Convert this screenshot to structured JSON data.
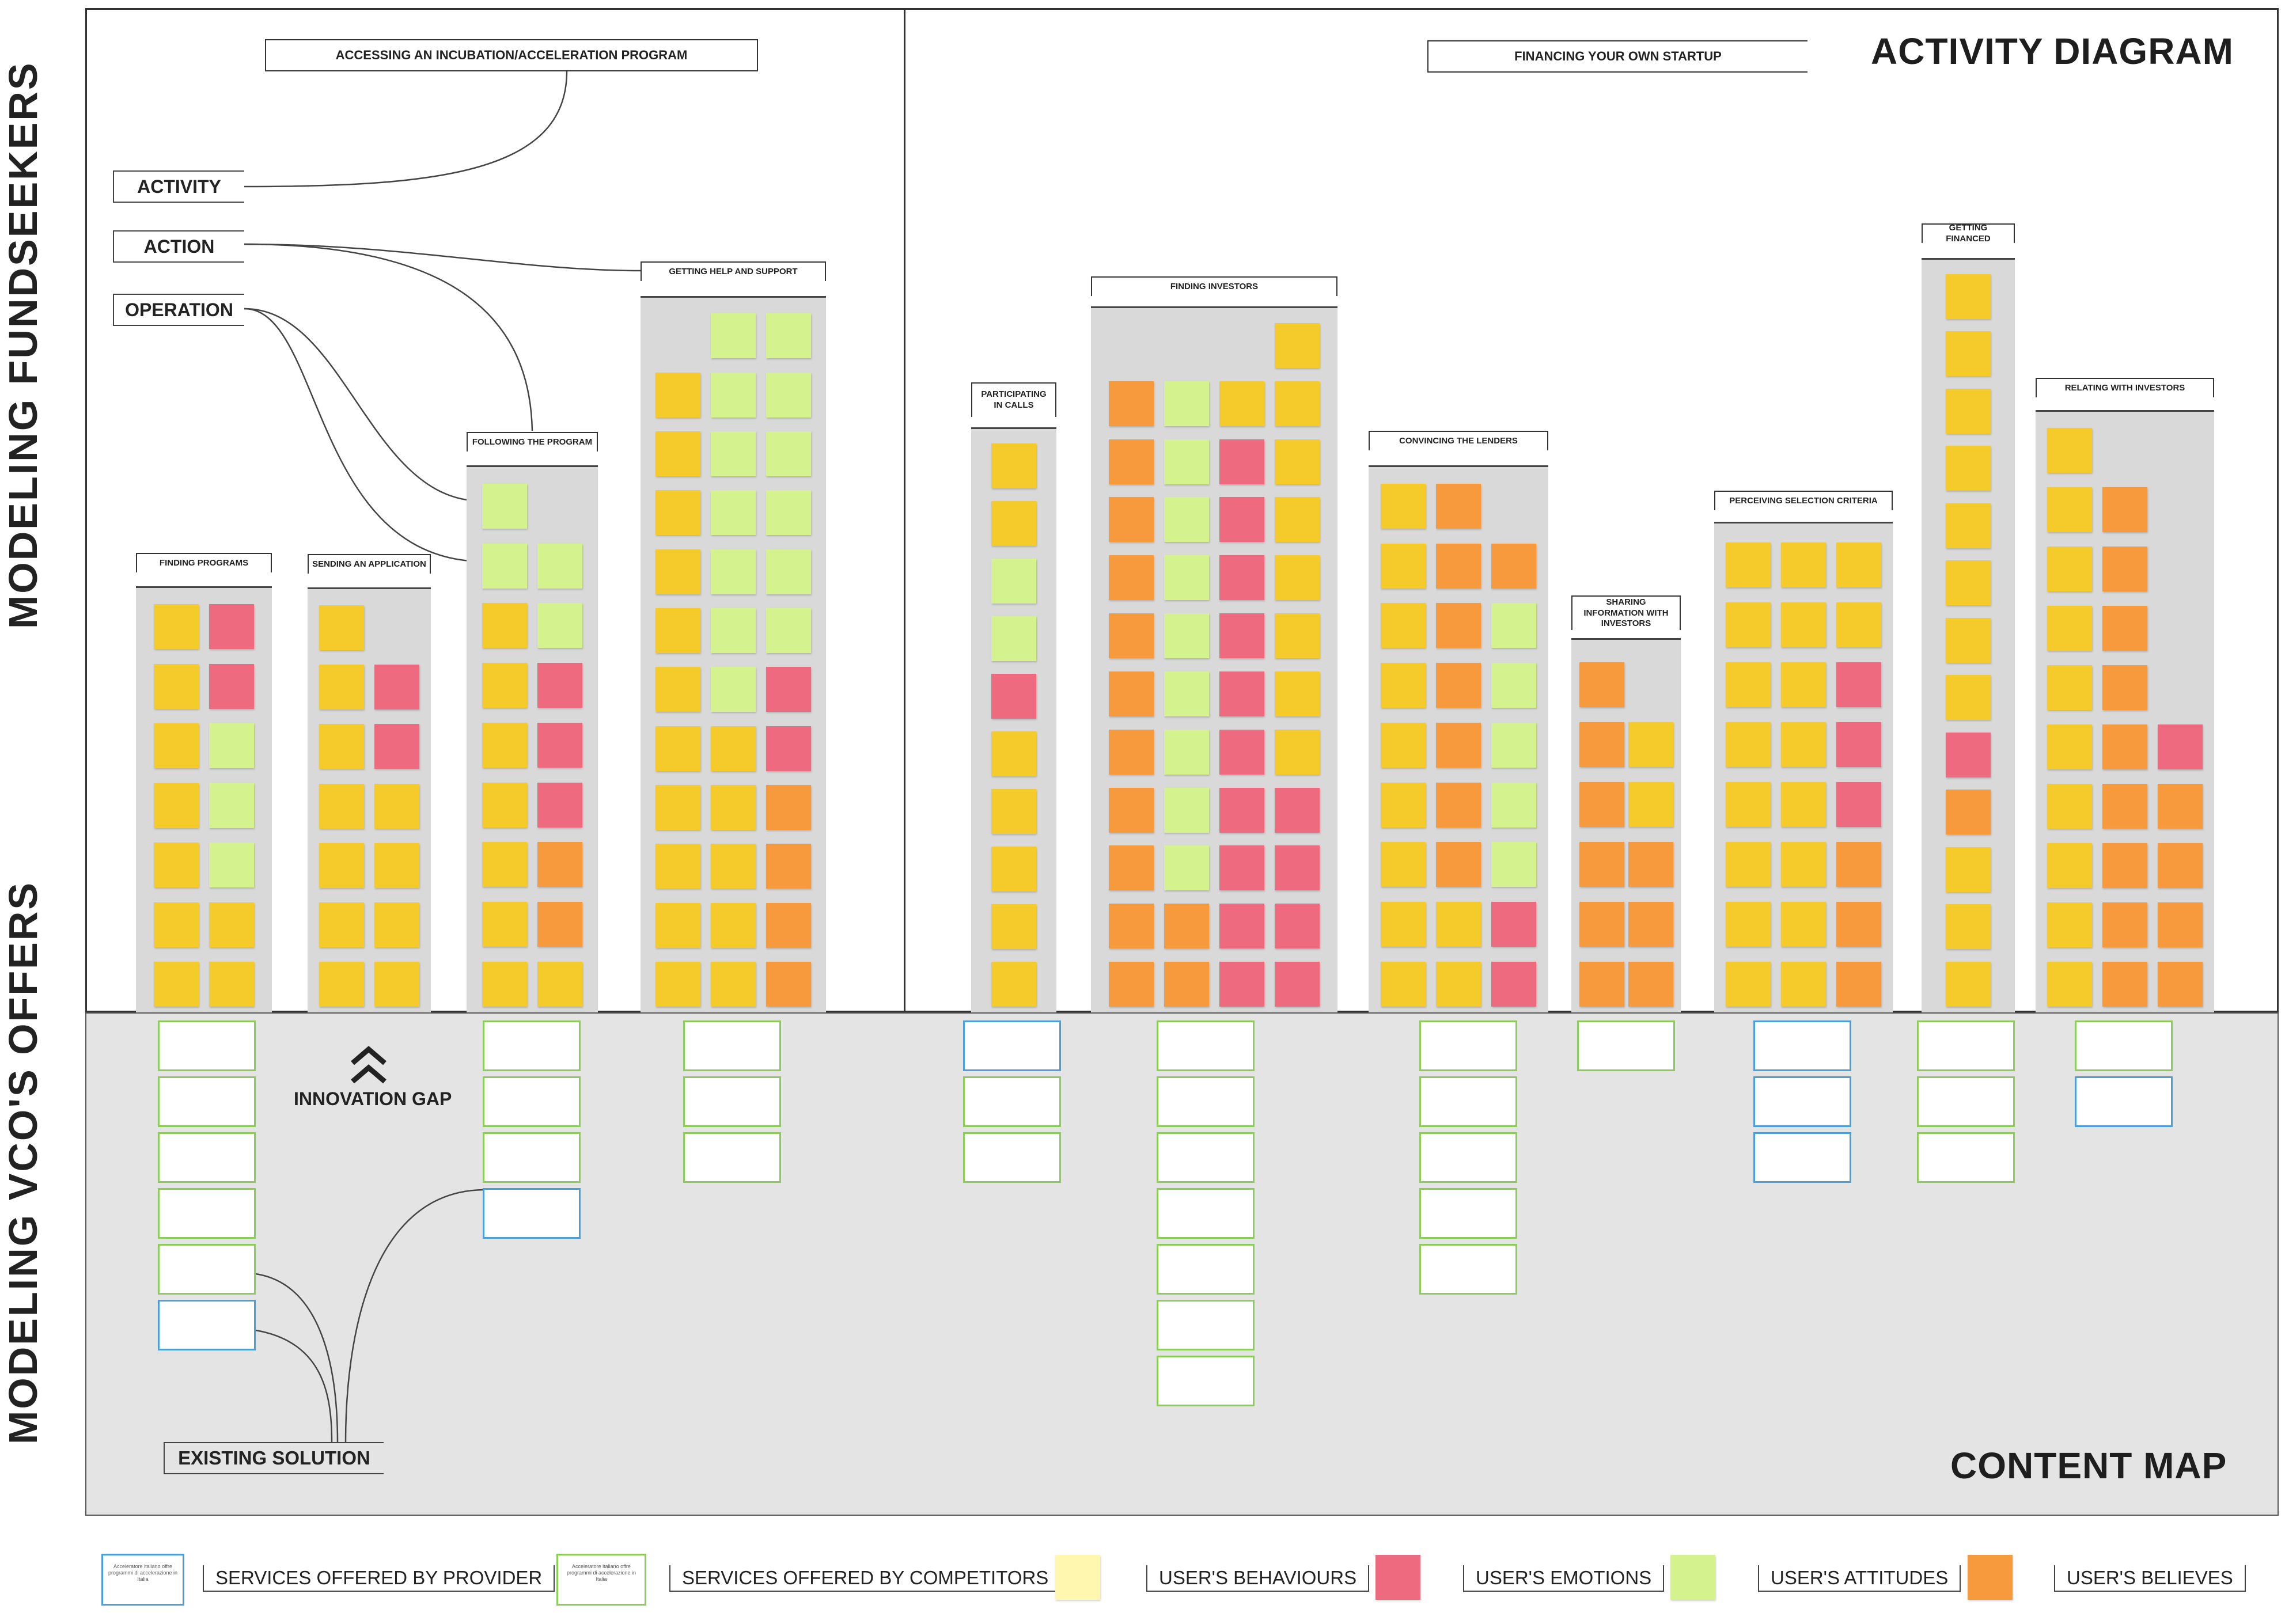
{
  "side_labels": {
    "top": "MODELING FUNDSEEKERS",
    "bottom": "MODELING VCO'S OFFERS"
  },
  "headings": {
    "activity_diagram": "ACTIVITY DIAGRAM",
    "content_map": "CONTENT MAP",
    "activity1": "ACCESSING AN INCUBATION/ACCELERATION PROGRAM",
    "activity2": "FINANCING YOUR OWN STARTUP"
  },
  "levels": [
    "ACTIVITY",
    "ACTION",
    "OPERATION"
  ],
  "gap_label": "INNOVATION GAP",
  "existing_label": "EXISTING SOLUTION",
  "colors": {
    "behaviour": "#f5cb2c",
    "emotion": "#ee6a7f",
    "attitude": "#d4f28e",
    "believe": "#f79a3e",
    "behaviour_legend": "#fff7b0",
    "provider": "#4a9fd8",
    "competitor": "#8ccd5a",
    "column": "#d9d9d9",
    "map_bg": "#e4e4e4"
  },
  "columns": [
    {
      "title": "FINDING PROGRAMS",
      "notes": [
        [
          "b",
          "e"
        ],
        [
          "b",
          "e"
        ],
        [
          "b",
          "a"
        ],
        [
          "b",
          "a"
        ],
        [
          "b",
          "a"
        ],
        [
          "b",
          "b"
        ],
        [
          "b",
          "b"
        ]
      ],
      "cards": [
        "c",
        "c",
        "c",
        "c",
        "c",
        "p"
      ]
    },
    {
      "title": "SENDING AN APPLICATION",
      "notes": [
        [
          "b"
        ],
        [
          "b",
          "e"
        ],
        [
          "b",
          "e"
        ],
        [
          "b",
          "b"
        ],
        [
          "b",
          "b"
        ],
        [
          "b",
          "b"
        ],
        [
          "b",
          "b"
        ]
      ],
      "cards": []
    },
    {
      "title": "FOLLOWING THE PROGRAM",
      "notes": [
        [
          "a"
        ],
        [
          "a",
          "a"
        ],
        [
          "b",
          "a"
        ],
        [
          "b",
          "e"
        ],
        [
          "b",
          "e"
        ],
        [
          "b",
          "e"
        ],
        [
          "b",
          "o"
        ],
        [
          "b",
          "o"
        ],
        [
          "b",
          "b"
        ]
      ],
      "cards": [
        "c",
        "c",
        "c",
        "p"
      ]
    },
    {
      "title": "GETTING HELP AND SUPPORT",
      "notes": [
        [
          "",
          "a",
          "a"
        ],
        [
          "b",
          "a",
          "a"
        ],
        [
          "b",
          "a",
          "a"
        ],
        [
          "b",
          "a",
          "a"
        ],
        [
          "b",
          "a",
          "a"
        ],
        [
          "b",
          "a",
          "a"
        ],
        [
          "b",
          "a",
          "e"
        ],
        [
          "b",
          "b",
          "e"
        ],
        [
          "b",
          "b",
          "o"
        ],
        [
          "b",
          "b",
          "o"
        ],
        [
          "b",
          "b",
          "o"
        ],
        [
          "b",
          "b",
          "o"
        ]
      ],
      "cards": [
        "c",
        "c",
        "c"
      ]
    },
    {
      "title": "PARTICIPATING IN CALLS",
      "notes": [
        [
          "b"
        ],
        [
          "b"
        ],
        [
          "a"
        ],
        [
          "a"
        ],
        [
          "e"
        ],
        [
          "b"
        ],
        [
          "b"
        ],
        [
          "b"
        ],
        [
          "b"
        ],
        [
          "b"
        ]
      ],
      "cards": [
        "p",
        "c",
        "c"
      ]
    },
    {
      "title": "FINDING INVESTORS",
      "notes": [
        [
          "",
          "",
          "",
          "b"
        ],
        [
          "o",
          "a",
          "b",
          "b"
        ],
        [
          "o",
          "a",
          "e",
          "b"
        ],
        [
          "o",
          "a",
          "e",
          "b"
        ],
        [
          "o",
          "a",
          "e",
          "b"
        ],
        [
          "o",
          "a",
          "e",
          "b"
        ],
        [
          "o",
          "a",
          "e",
          "b"
        ],
        [
          "o",
          "a",
          "e",
          "b"
        ],
        [
          "o",
          "a",
          "e",
          "e"
        ],
        [
          "o",
          "a",
          "e",
          "e"
        ],
        [
          "o",
          "o",
          "e",
          "e"
        ],
        [
          "o",
          "o",
          "e",
          "e"
        ]
      ],
      "cards": [
        "c",
        "c",
        "c",
        "c",
        "c",
        "c",
        "c"
      ]
    },
    {
      "title": "CONVINCING THE LENDERS",
      "notes": [
        [
          "b",
          "o"
        ],
        [
          "b",
          "o",
          "o"
        ],
        [
          "b",
          "o",
          "a"
        ],
        [
          "b",
          "o",
          "a"
        ],
        [
          "b",
          "o",
          "a"
        ],
        [
          "b",
          "o",
          "a"
        ],
        [
          "b",
          "o",
          "a"
        ],
        [
          "b",
          "b",
          "e"
        ],
        [
          "b",
          "b",
          "e"
        ]
      ],
      "cards": [
        "c",
        "c",
        "c",
        "c",
        "c"
      ]
    },
    {
      "title": "SHARING INFORMATION WITH INVESTORS",
      "notes": [
        [
          "o"
        ],
        [
          "o",
          "b"
        ],
        [
          "o",
          "b"
        ],
        [
          "o",
          "o"
        ],
        [
          "o",
          "o"
        ],
        [
          "o",
          "o"
        ]
      ],
      "cards": [
        "c"
      ]
    },
    {
      "title": "PERCEIVING SELECTION CRITERIA",
      "notes": [
        [
          "b",
          "b",
          "b"
        ],
        [
          "b",
          "b",
          "b"
        ],
        [
          "b",
          "b",
          "e"
        ],
        [
          "b",
          "b",
          "e"
        ],
        [
          "b",
          "b",
          "e"
        ],
        [
          "b",
          "b",
          "o"
        ],
        [
          "b",
          "b",
          "o"
        ],
        [
          "b",
          "b",
          "o"
        ]
      ],
      "cards": [
        "p",
        "p",
        "p"
      ]
    },
    {
      "title": "GETTING FINANCED",
      "notes": [
        [
          "b"
        ],
        [
          "b"
        ],
        [
          "b"
        ],
        [
          "b"
        ],
        [
          "b"
        ],
        [
          "b"
        ],
        [
          "b"
        ],
        [
          "b"
        ],
        [
          "e"
        ],
        [
          "o"
        ],
        [
          "b"
        ],
        [
          "b"
        ],
        [
          "b"
        ]
      ],
      "cards": [
        "c",
        "c",
        "c"
      ]
    },
    {
      "title": "RELATING WITH INVESTORS",
      "notes": [
        [
          "b"
        ],
        [
          "b",
          "o"
        ],
        [
          "b",
          "o"
        ],
        [
          "b",
          "o"
        ],
        [
          "b",
          "o"
        ],
        [
          "b",
          "o",
          "e"
        ],
        [
          "b",
          "o",
          "o"
        ],
        [
          "b",
          "o",
          "o"
        ],
        [
          "b",
          "o",
          "o"
        ],
        [
          "b",
          "o",
          "o"
        ]
      ],
      "cards": [
        "c",
        "p"
      ]
    }
  ],
  "legend": {
    "provider": "SERVICES OFFERED BY PROVIDER",
    "competitors": "SERVICES OFFERED BY COMPETITORS",
    "behaviours": "USER'S BEHAVIOURS",
    "emotions": "USER'S EMOTIONS",
    "attitudes": "USER'S ATTITUDES",
    "believes": "USER'S BELIEVES",
    "card_text": "Acceleratore italiano offre programmi di accelerazione in Italia"
  }
}
